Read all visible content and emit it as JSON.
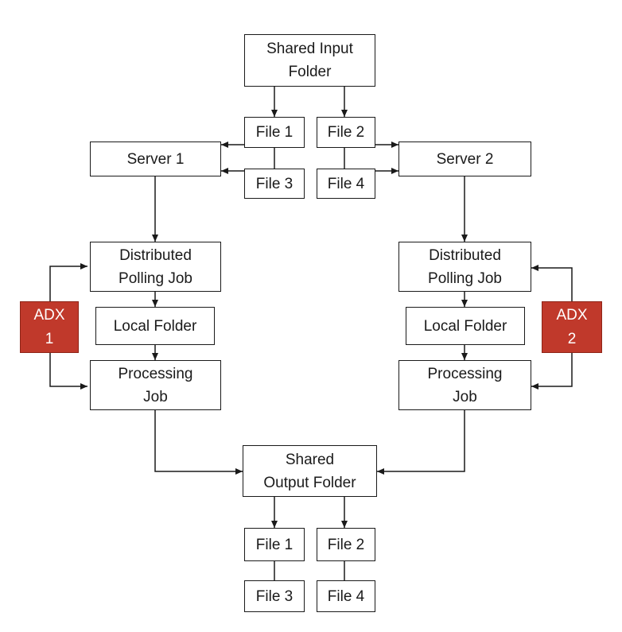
{
  "input": {
    "shared_folder": "Shared Input\nFolder",
    "files": [
      "File 1",
      "File 2",
      "File 3",
      "File 4"
    ]
  },
  "servers": [
    {
      "server": "Server 1",
      "polling_job": "Distributed\nPolling Job",
      "local_folder": "Local Folder",
      "processing_job": "Processing\nJob",
      "adx": "ADX\n1"
    },
    {
      "server": "Server 2",
      "polling_job": "Distributed\nPolling Job",
      "local_folder": "Local Folder",
      "processing_job": "Processing\nJob",
      "adx": "ADX\n2"
    }
  ],
  "output": {
    "shared_folder": "Shared\nOutput Folder",
    "files": [
      "File 1",
      "File 2",
      "File 3",
      "File 4"
    ]
  },
  "colors": {
    "adx_fill": "#c0392b",
    "line": "#1a1a1a"
  }
}
